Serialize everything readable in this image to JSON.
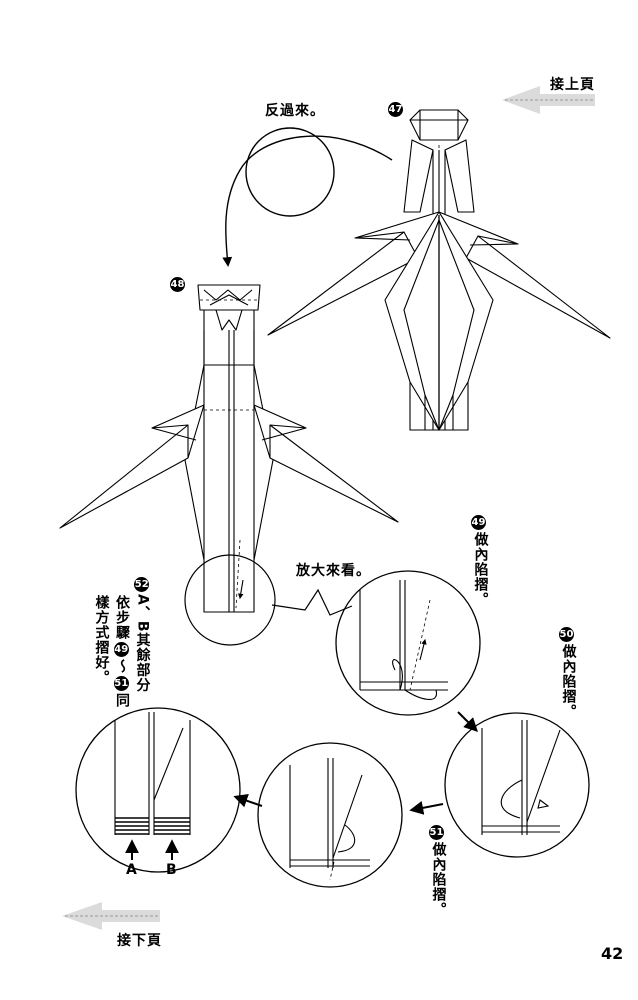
{
  "nav": {
    "prev_label": "接上頁",
    "next_label": "接下頁"
  },
  "page_number": "42",
  "steps": {
    "s47": {
      "number": "47"
    },
    "s48": {
      "number": "48"
    },
    "s49": {
      "number": "49",
      "instruction": "做內陷摺。"
    },
    "s50": {
      "number": "50",
      "instruction": "做內陷摺。"
    },
    "s51": {
      "number": "51",
      "instruction": "做內陷摺。"
    },
    "s52": {
      "number": "52",
      "line1_a": "A、B其餘部分",
      "line2_a": "依步驟",
      "line2_n1": "49",
      "line2_b": "～",
      "line2_n2": "51",
      "line2_c": "同",
      "line3": "樣方式摺好。"
    }
  },
  "labels": {
    "flip_over": "反過來。",
    "zoom_in": "放大來看。",
    "part_a": "A",
    "part_b": "B"
  }
}
